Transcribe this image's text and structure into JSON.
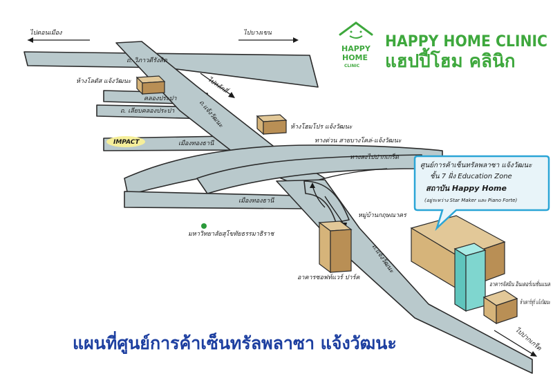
{
  "logo": {
    "mark_line1": "HAPPY",
    "mark_line2": "HOME",
    "mark_line3": "CLINIC",
    "name_en": "HAPPY HOME CLINIC",
    "name_th": "แฮปปี้โฮม คลินิก",
    "color": "#3ea83d"
  },
  "title": "แผนที่ศูนย์การค้าเซ็นทรัลพลาซา แจ้งวัฒนะ",
  "directions": {
    "to_donmueang": "ไปดอนเมือง",
    "to_bangkhen": "ไปบางเขน",
    "to_laksi": "ไปหลักสี่",
    "to_pakkret": "ไปปากเกร็ด"
  },
  "roads": {
    "vibhavadi": "ถ. วิภาวดีรังสิต",
    "khlong_prapa": "คลองประปา",
    "liap_khlong_prapa": "ถ. เลียบคลองประปา",
    "chaengwattana_1": "ถ.แจ้งวัฒนะ",
    "chaengwattana_2": "ถ.แจ้งวัฒนะ",
    "muang_thong_1": "เมืองทองธานี",
    "muang_thong_2": "เมืองทองธานี",
    "expressway": "ทางด่วน สายบางโคล่-แจ้งวัฒนะ",
    "exit_pakkret": "ทางลงไปปากเกร็ด"
  },
  "landmarks": {
    "lotus": "ห้างโลตัส แจ้งวัฒนะ",
    "homepro": "ห้างโฮมโปร แจ้งวัฒนะ",
    "impact": "IMPACT",
    "sukhothai_univ": "มหาวิทยาลัยสุโขทัยธรรมาธิราช",
    "village": "หมู่บ้านกฤษณาคร",
    "software_park": "อาคารซอฟท์แวร์ ปาร์ค",
    "building_label": "อาคารจัสมิน อินเตอร์เนชั่นแนล",
    "carrefour": "ห้างคาร์ฟูร์ แจ้งวัฒนะ"
  },
  "callout": {
    "line1": "ศูนย์การค้าเซ็นทรัลพลาซา แจ้งวัฒนะ",
    "line2": "ชั้น 7 ฝั่ง Education Zone",
    "line3": "สถาบัน Happy Home",
    "line4": "(อยู่ระหว่าง Star Maker และ Piano Forte)"
  },
  "colors": {
    "road": "#b9c9cc",
    "title": "#1d3fa0",
    "callout_border": "#2aa5d6",
    "building": "#d6b47a",
    "glass_tower": "#7fd6cf",
    "marker": "#2b9a3a"
  }
}
